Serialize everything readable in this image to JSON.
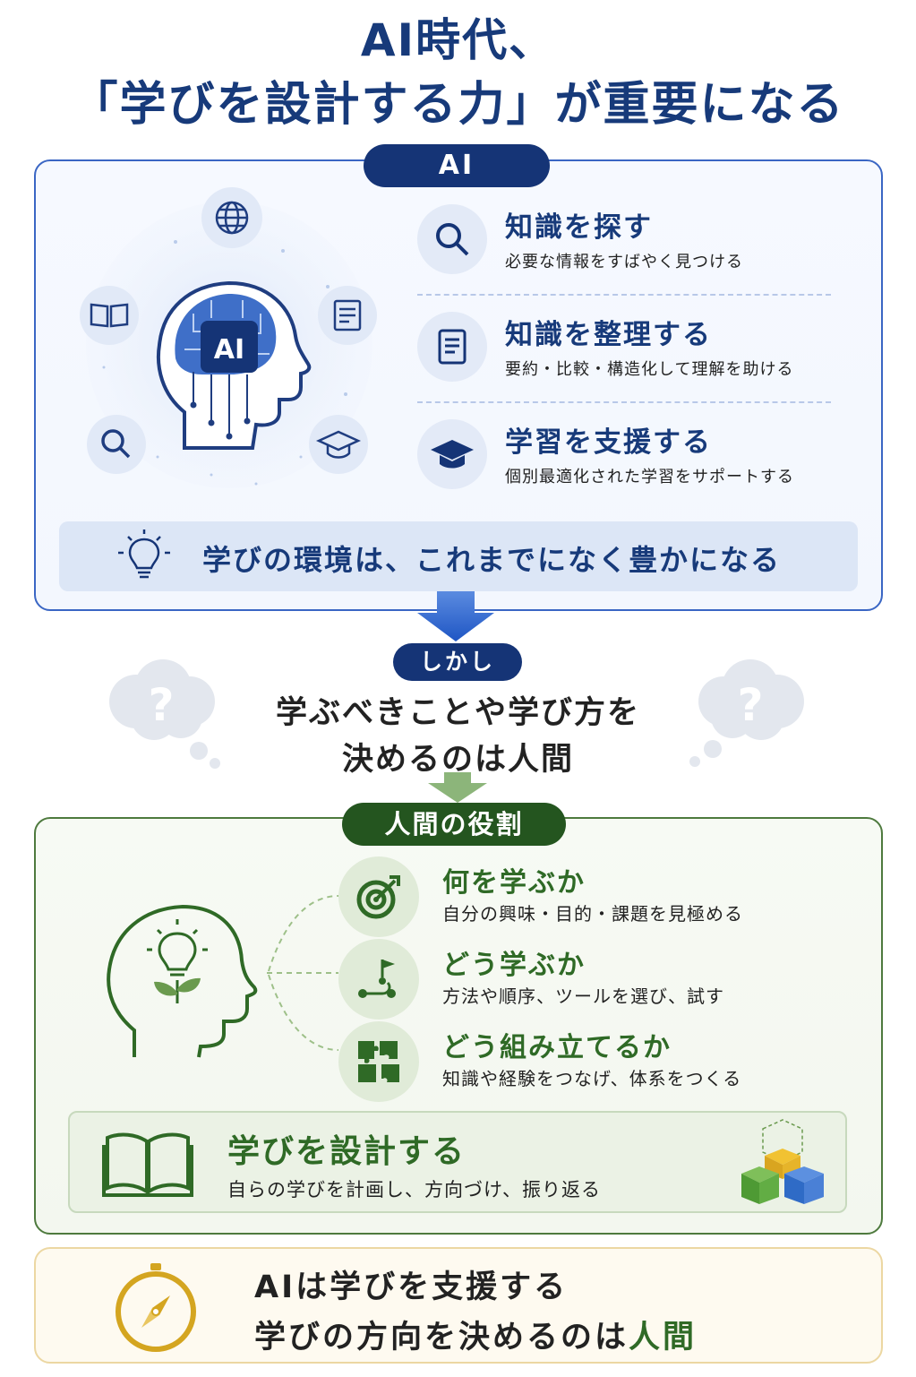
{
  "title": {
    "line1": "AI時代、",
    "line2": "「学びを設計する力」が重要になる"
  },
  "ai_section": {
    "label": "AI",
    "illustration_label": "AI",
    "features": [
      {
        "icon": "search-icon",
        "title": "知識を探す",
        "desc": "必要な情報をすばやく見つける"
      },
      {
        "icon": "document-icon",
        "title": "知識を整理する",
        "desc": "要約・比較・構造化して理解を助ける"
      },
      {
        "icon": "graduation-cap-icon",
        "title": "学習を支援する",
        "desc": "個別最適化された学習をサポートする"
      }
    ],
    "banner": "学びの環境は、これまでになく豊かになる"
  },
  "transition": {
    "label": "しかし",
    "line1": "学ぶべきことや学び方を",
    "line2": "決めるのは人間",
    "cloud_mark": "?"
  },
  "human_section": {
    "label": "人間の役割",
    "roles": [
      {
        "icon": "target-icon",
        "title": "何を学ぶか",
        "desc": "自分の興味・目的・課題を見極める"
      },
      {
        "icon": "path-flag-icon",
        "title": "どう学ぶか",
        "desc": "方法や順序、ツールを選び、試す"
      },
      {
        "icon": "puzzle-icon",
        "title": "どう組み立てるか",
        "desc": "知識や経験をつなげ、体系をつくる"
      }
    ],
    "design": {
      "title": "学びを設計する",
      "desc": "自らの学びを計画し、方向づけ、振り返る"
    }
  },
  "conclusion": {
    "line1": "AIは学びを支援する",
    "line2_prefix": "学びの方向を決めるのは",
    "line2_highlight": "人間"
  },
  "colors": {
    "navy": "#153476",
    "title_blue": "#173a7a",
    "green_dark": "#24551f",
    "green_text": "#2f6a26",
    "gold": "#d4a520"
  }
}
